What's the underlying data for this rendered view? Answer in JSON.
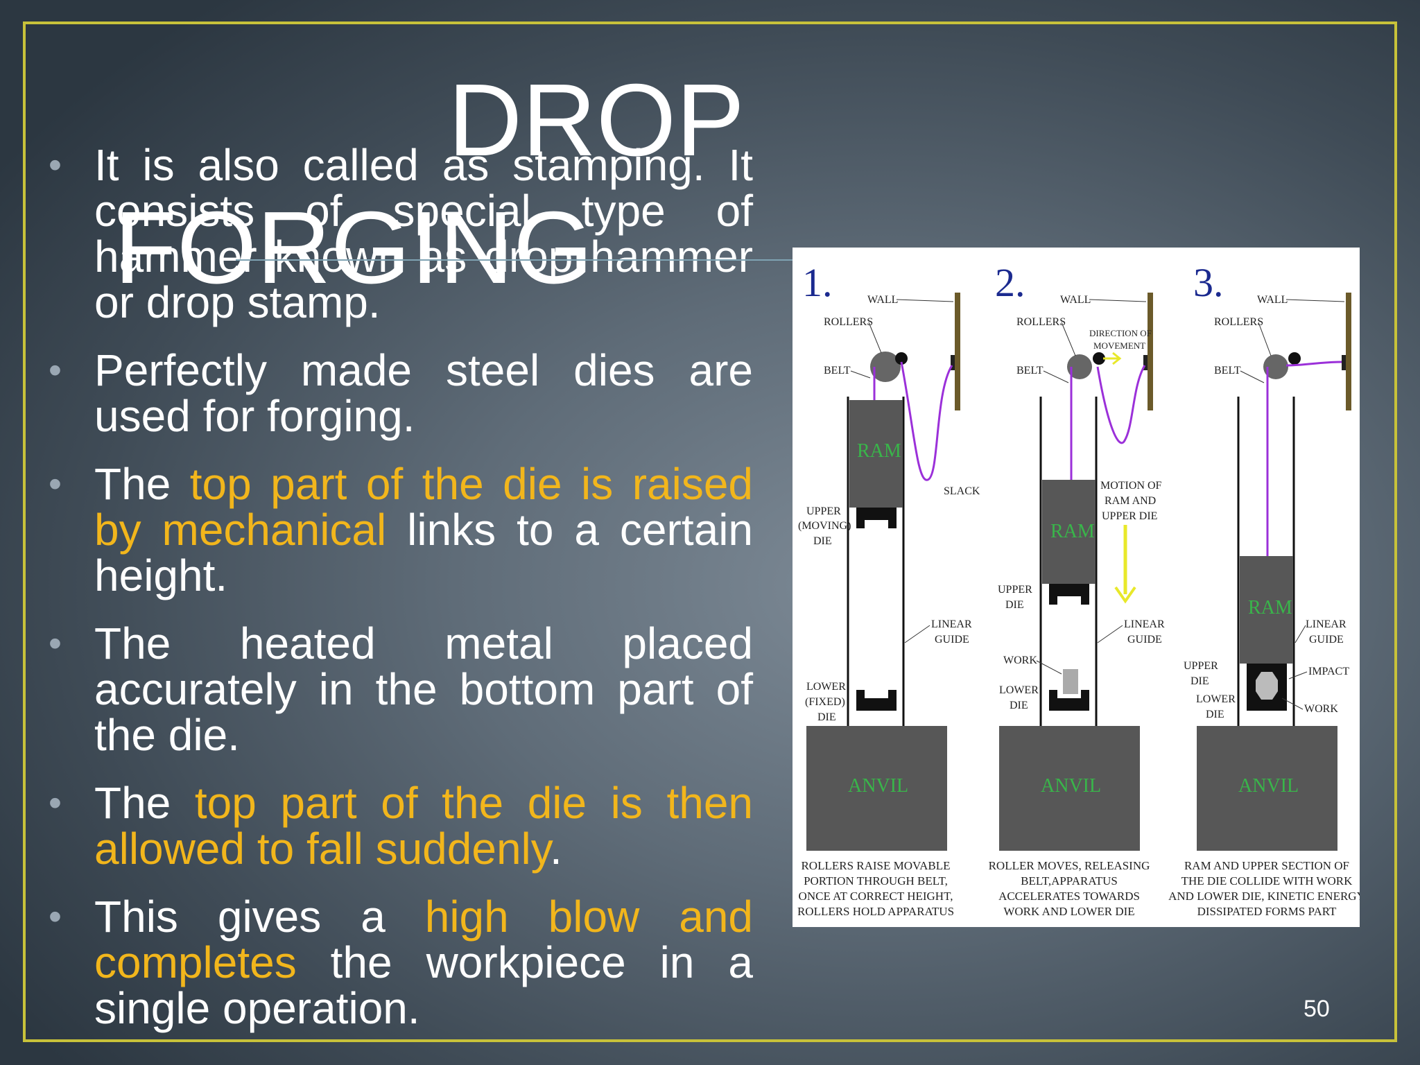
{
  "slide": {
    "title_line1": "DROP",
    "title_line2": "FORGING",
    "page_number": "50"
  },
  "bullets": [
    {
      "parts": [
        {
          "text": "It is also called as stamping. It consists of special type of hammer known as drop hammer or drop stamp.",
          "highlight": false
        }
      ]
    },
    {
      "parts": [
        {
          "text": "Perfectly made steel dies are used for forging.",
          "highlight": false
        }
      ]
    },
    {
      "parts": [
        {
          "text": "The ",
          "highlight": false
        },
        {
          "text": "top part of the die is raised by mechanical",
          "highlight": true
        },
        {
          "text": " links to a certain height.",
          "highlight": false
        }
      ]
    },
    {
      "parts": [
        {
          "text": "The heated metal placed accurately in the bottom part of the die.",
          "highlight": false
        }
      ]
    },
    {
      "parts": [
        {
          "text": "The ",
          "highlight": false
        },
        {
          "text": "top part of the die is then allowed to fall suddenly",
          "highlight": true
        },
        {
          "text": ".",
          "highlight": false
        }
      ]
    },
    {
      "parts": [
        {
          "text": "This gives a ",
          "highlight": false
        },
        {
          "text": "high blow and completes",
          "highlight": true
        },
        {
          "text": " the workpiece in a single operation.",
          "highlight": false
        }
      ]
    }
  ],
  "diagram": {
    "numbers": [
      "1.",
      "2.",
      "3."
    ],
    "labels": {
      "wall": "WALL",
      "rollers": "ROLLERS",
      "belt": "BELT",
      "ram": "RAM",
      "anvil": "ANVIL",
      "slack": "SLACK",
      "upper_moving_1": "UPPER",
      "upper_moving_2": "(MOVING)",
      "upper_moving_3": "DIE",
      "lower_fixed_1": "LOWER",
      "lower_fixed_2": "(FIXED)",
      "lower_fixed_3": "DIE",
      "linear_1": "LINEAR",
      "linear_2": "GUIDE",
      "direction_1": "DIRECTION OF",
      "direction_2": "MOVEMENT",
      "motion_1": "MOTION OF",
      "motion_2": "RAM AND",
      "motion_3": "UPPER DIE",
      "upper_1": "UPPER",
      "upper_2": "DIE",
      "lower_1": "LOWER",
      "lower_2": "DIE",
      "work": "WORK",
      "impact": "IMPACT"
    },
    "captions": [
      [
        "ROLLERS RAISE MOVABLE",
        "PORTION THROUGH BELT,",
        "ONCE AT CORRECT HEIGHT,",
        "ROLLERS HOLD APPARATUS"
      ],
      [
        "ROLLER MOVES, RELEASING",
        "BELT,APPARATUS",
        "ACCELERATES TOWARDS",
        "WORK AND LOWER DIE"
      ],
      [
        "RAM AND UPPER SECTION OF",
        "THE DIE COLLIDE WITH WORK",
        "AND LOWER DIE, KINETIC ENERGY",
        "DISSIPATED FORMS PART"
      ]
    ],
    "colors": {
      "belt": "#9b30d9",
      "arrow": "#e8e82a",
      "green_text": "#39b54a",
      "number": "#1b2a8f"
    }
  }
}
